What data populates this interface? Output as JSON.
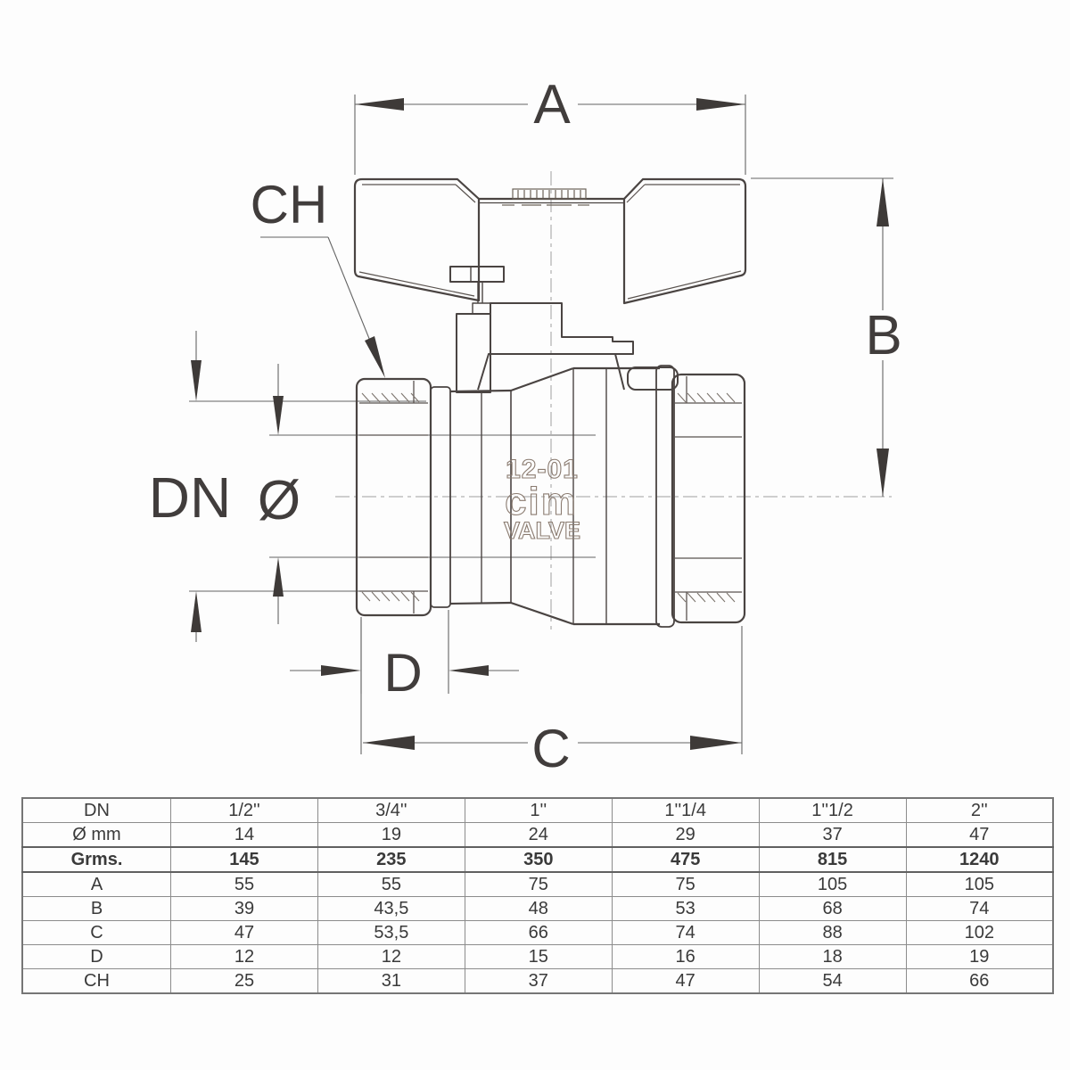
{
  "drawing": {
    "dim_labels": {
      "a": "A",
      "b": "B",
      "c": "C",
      "d": "D",
      "ch": "CH",
      "dn": "DN",
      "diameter": "Ø"
    },
    "body_markings": {
      "line1": "12-01",
      "line2": "cim",
      "line3": "VALVE"
    },
    "colors": {
      "outline": "#4a4442",
      "dimension": "#646464",
      "centerline": "#a0a0a0",
      "marking": "#8a7b70",
      "arrow": "#3e3a38"
    }
  },
  "table": {
    "rows": [
      {
        "label": "DN",
        "values": [
          "1/2''",
          "3/4''",
          "1''",
          "1''1/4",
          "1''1/2",
          "2''"
        ],
        "bold": false
      },
      {
        "label": "Ø mm",
        "values": [
          "14",
          "19",
          "24",
          "29",
          "37",
          "47"
        ],
        "bold": false
      },
      {
        "label": "Grms.",
        "values": [
          "145",
          "235",
          "350",
          "475",
          "815",
          "1240"
        ],
        "bold": true
      },
      {
        "label": "A",
        "values": [
          "55",
          "55",
          "75",
          "75",
          "105",
          "105"
        ],
        "bold": false
      },
      {
        "label": "B",
        "values": [
          "39",
          "43,5",
          "48",
          "53",
          "68",
          "74"
        ],
        "bold": false
      },
      {
        "label": "C",
        "values": [
          "47",
          "53,5",
          "66",
          "74",
          "88",
          "102"
        ],
        "bold": false
      },
      {
        "label": "D",
        "values": [
          "12",
          "12",
          "15",
          "16",
          "18",
          "19"
        ],
        "bold": false
      },
      {
        "label": "CH",
        "values": [
          "25",
          "31",
          "37",
          "47",
          "54",
          "66"
        ],
        "bold": false
      }
    ]
  }
}
